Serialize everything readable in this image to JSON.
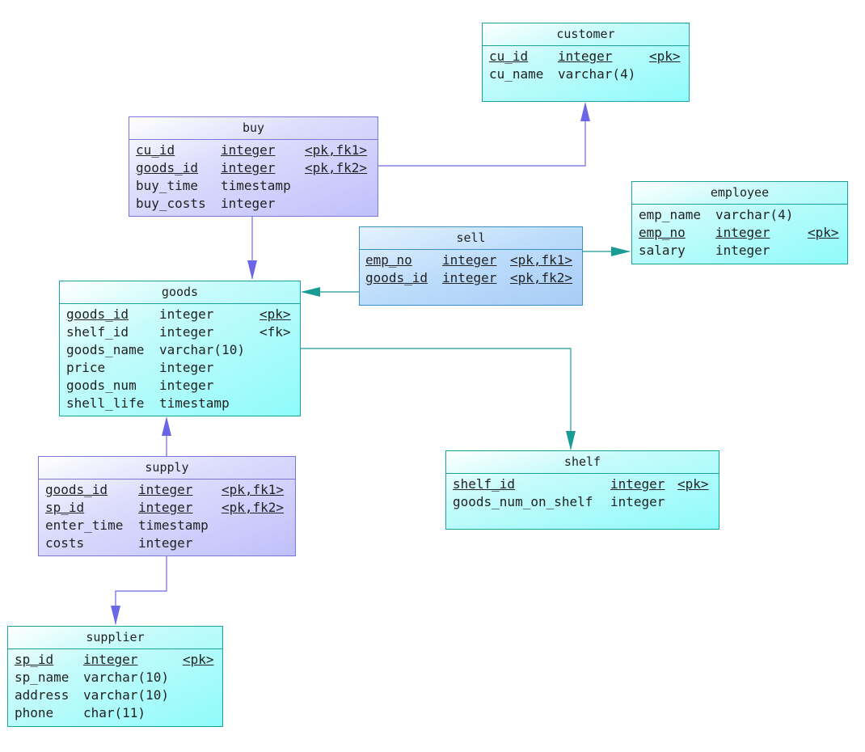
{
  "entities": {
    "customer": {
      "name": "customer",
      "rows": [
        {
          "name": "cu_id",
          "type": "integer",
          "key": "<pk>"
        },
        {
          "name": "cu_name",
          "type": "varchar(4)",
          "key": ""
        }
      ]
    },
    "buy": {
      "name": "buy",
      "rows": [
        {
          "name": "cu_id",
          "type": "integer",
          "key": "<pk,fk1>"
        },
        {
          "name": "goods_id",
          "type": "integer",
          "key": "<pk,fk2>"
        },
        {
          "name": "buy_time",
          "type": "timestamp",
          "key": ""
        },
        {
          "name": "buy_costs",
          "type": "integer",
          "key": ""
        }
      ]
    },
    "employee": {
      "name": "employee",
      "rows": [
        {
          "name": "emp_name",
          "type": "varchar(4)",
          "key": ""
        },
        {
          "name": "emp_no",
          "type": "integer",
          "key": "<pk>"
        },
        {
          "name": "salary",
          "type": "integer",
          "key": ""
        }
      ]
    },
    "sell": {
      "name": "sell",
      "rows": [
        {
          "name": "emp_no",
          "type": "integer",
          "key": "<pk,fk1>"
        },
        {
          "name": "goods_id",
          "type": "integer",
          "key": "<pk,fk2>"
        }
      ]
    },
    "goods": {
      "name": "goods",
      "rows": [
        {
          "name": "goods_id",
          "type": "integer",
          "key": "<pk>"
        },
        {
          "name": "shelf_id",
          "type": "integer",
          "key": "<fk>"
        },
        {
          "name": "goods_name",
          "type": "varchar(10)",
          "key": ""
        },
        {
          "name": "price",
          "type": "integer",
          "key": ""
        },
        {
          "name": "goods_num",
          "type": "integer",
          "key": ""
        },
        {
          "name": "shell_life",
          "type": "timestamp",
          "key": ""
        }
      ]
    },
    "supply": {
      "name": "supply",
      "rows": [
        {
          "name": "goods_id",
          "type": "integer",
          "key": "<pk,fk1>"
        },
        {
          "name": "sp_id",
          "type": "integer",
          "key": "<pk,fk2>"
        },
        {
          "name": "enter_time",
          "type": "timestamp",
          "key": ""
        },
        {
          "name": "costs",
          "type": "integer",
          "key": ""
        }
      ]
    },
    "shelf": {
      "name": "shelf",
      "rows": [
        {
          "name": "shelf_id",
          "type": "integer",
          "key": "<pk>"
        },
        {
          "name": "goods_num_on_shelf",
          "type": "integer",
          "key": ""
        }
      ]
    },
    "supplier": {
      "name": "supplier",
      "rows": [
        {
          "name": "sp_id",
          "type": "integer",
          "key": "<pk>"
        },
        {
          "name": "sp_name",
          "type": "varchar(10)",
          "key": ""
        },
        {
          "name": "address",
          "type": "varchar(10)",
          "key": ""
        },
        {
          "name": "phone",
          "type": "char(11)",
          "key": ""
        }
      ]
    }
  },
  "colors": {
    "teal_link": "#1a9c96",
    "violet_link": "#6b66e8"
  }
}
